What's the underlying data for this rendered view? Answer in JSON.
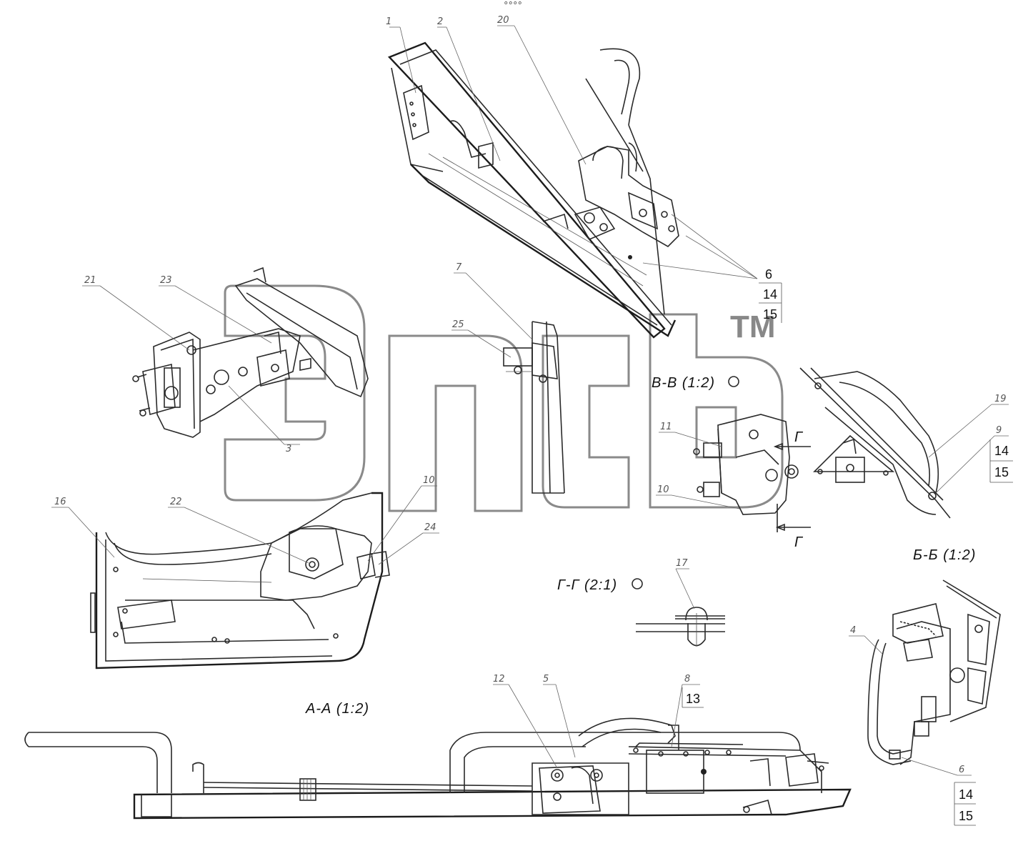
{
  "watermark": {
    "trademark": "TM"
  },
  "section_labels": {
    "aa": "А-А (1:2)",
    "bb": "Б-Б (1:2)",
    "vv": "В-В (1:2)",
    "gg": "Г-Г (2:1)",
    "g_arrow_upper": "Г",
    "g_arrow_lower": "Г",
    "top_marker": "°°°°"
  },
  "part_numbers": {
    "p1": "1",
    "p2": "2",
    "p20": "20",
    "p7": "7",
    "p25": "25",
    "p21": "21",
    "p23": "23",
    "p3": "3",
    "p16": "16",
    "p22": "22",
    "p10a": "10",
    "p24": "24",
    "p11": "11",
    "p10b": "10",
    "p19": "19",
    "p9": "9",
    "p17": "17",
    "p4": "4",
    "p6b": "6",
    "p12": "12",
    "p5": "5",
    "p8": "8"
  },
  "boxed_groups": {
    "top": [
      "6",
      "14",
      "15"
    ],
    "right": [
      "14",
      "15"
    ],
    "bottom_right": [
      "14",
      "15"
    ],
    "aa_group": [
      "13"
    ]
  }
}
